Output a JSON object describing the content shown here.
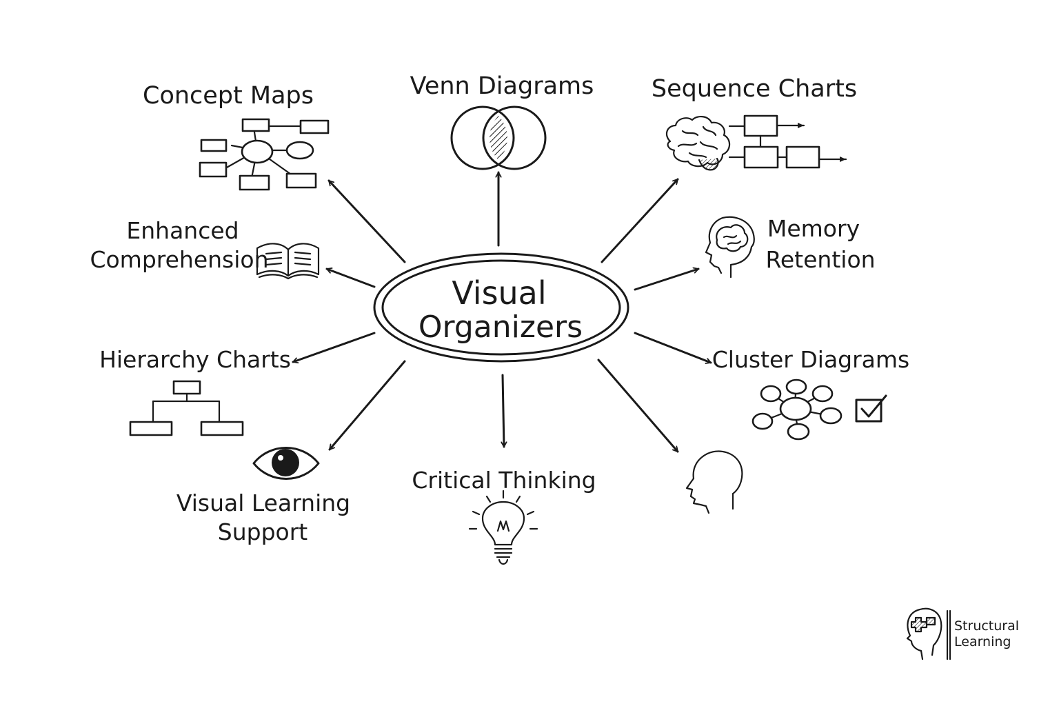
{
  "center": {
    "line1": "Visual",
    "line2": "Organizers"
  },
  "nodes": {
    "concept_maps": "Concept Maps",
    "venn_diagrams": "Venn Diagrams",
    "sequence_charts": "Sequence Charts",
    "enhanced_comprehension_1": "Enhanced",
    "enhanced_comprehension_2": "Comprehension",
    "memory_retention_1": "Memory",
    "memory_retention_2": "Retention",
    "hierarchy_charts": "Hierarchy Charts",
    "cluster_diagrams": "Cluster Diagrams",
    "visual_learning_1": "Visual Learning",
    "visual_learning_2": "Support",
    "critical_thinking": "Critical Thinking"
  },
  "logo": {
    "line1": "Structural",
    "line2": "Learning"
  },
  "icons": [
    "concept-map-icon",
    "venn-diagram-icon",
    "brain-icon",
    "sequence-chart-icon",
    "open-book-icon",
    "head-brain-icon",
    "hierarchy-chart-icon",
    "cluster-diagram-icon",
    "checkbox-icon",
    "eye-icon",
    "lightbulb-icon",
    "head-profile-icon",
    "structural-learning-logo-icon"
  ],
  "colors": {
    "ink": "#1a1a1a",
    "background": "#ffffff"
  }
}
